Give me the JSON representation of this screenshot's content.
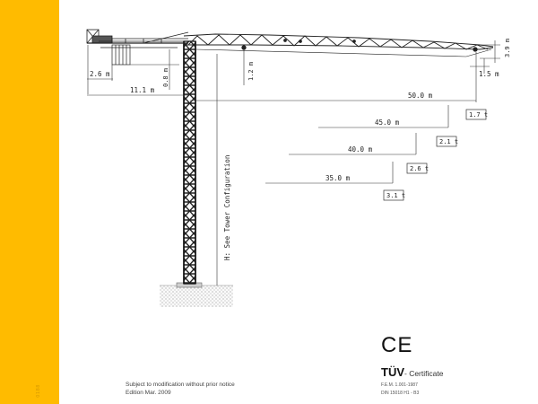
{
  "page": {
    "accent_color": "#ffbb00",
    "side_code": "0188"
  },
  "diagram": {
    "type": "tower crane load chart (flat-top)",
    "dimensions": {
      "counter_jib_end": "2.6 m",
      "counter_jib_length": "11.1 m",
      "counter_jib_height": "0.8 m",
      "trolley_drop": "1.2 m",
      "jib_tip_height": "3.9 m",
      "jib_tip_offset": "1.5 m",
      "tower_height_label": "H: See Tower Configuration"
    },
    "load_curve": [
      {
        "radius": "50.0 m",
        "load": "1.7 t"
      },
      {
        "radius": "45.0 m",
        "load": "2.1 t"
      },
      {
        "radius": "40.0 m",
        "load": "2.6 t"
      },
      {
        "radius": "35.0 m",
        "load": "3.1 t"
      }
    ]
  },
  "footer": {
    "note_line1": "Subject to modification without prior notice",
    "note_line2": "Edition Mar. 2009"
  },
  "certification": {
    "ce_mark": "CE",
    "tuv": "TÜV",
    "tuv_suffix": "- Certificate",
    "line1": "F.E.M. 1.001-1987",
    "line2": "DIN 15018 H1 - B3"
  }
}
